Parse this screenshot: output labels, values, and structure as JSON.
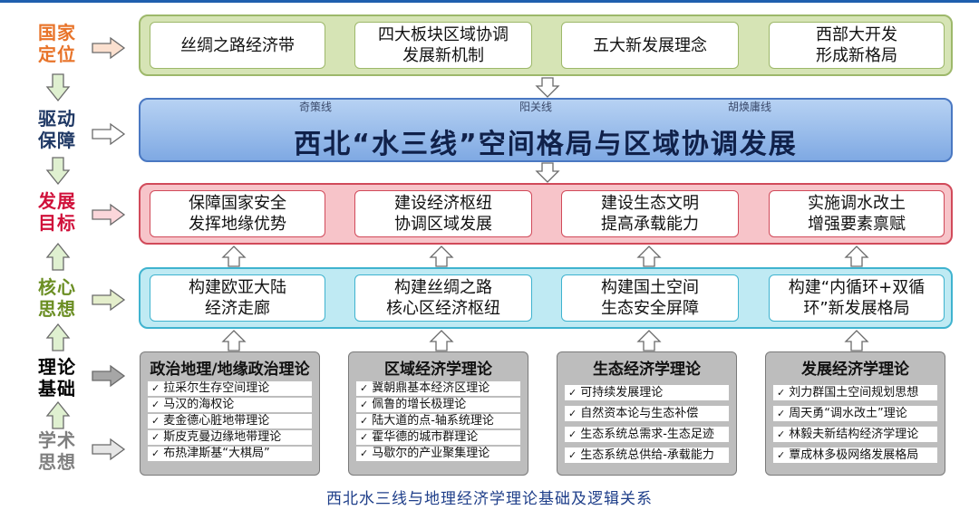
{
  "labels": [
    {
      "l1": "国家",
      "l2": "定位",
      "color": "#e8742a"
    },
    {
      "l1": "驱动",
      "l2": "保障",
      "color": "#1f3864"
    },
    {
      "l1": "发展",
      "l2": "目标",
      "color": "#d0103a"
    },
    {
      "l1": "核心",
      "l2": "思想",
      "color": "#6b8e23"
    },
    {
      "l1": "理论",
      "l2": "基础",
      "color": "#000000"
    },
    {
      "l1": "学术",
      "l2": "思想",
      "color": "#7f7f7f"
    }
  ],
  "positioning": [
    {
      "l1": "丝绸之路经济带",
      "l2": ""
    },
    {
      "l1": "四大板块区域协调",
      "l2": "发展新机制"
    },
    {
      "l1": "五大新发展理念",
      "l2": ""
    },
    {
      "l1": "西部大开发",
      "l2": "形成新格局"
    }
  ],
  "main": {
    "title": "西北“水三线”空间格局与区域协调发展",
    "lines": [
      "奇策线",
      "阳关线",
      "胡焕庸线"
    ]
  },
  "goals": [
    {
      "l1": "保障国家安全",
      "l2": "发挥地缘优势"
    },
    {
      "l1": "建设经济枢纽",
      "l2": "协调区域发展"
    },
    {
      "l1": "建设生态文明",
      "l2": "提高承载能力"
    },
    {
      "l1": "实施调水改土",
      "l2": "增强要素禀赋"
    }
  ],
  "core": [
    {
      "l1": "构建欧亚大陆",
      "l2": "经济走廊"
    },
    {
      "l1": "构建丝绸之路",
      "l2": "核心区经济枢纽"
    },
    {
      "l1": "构建国土空间",
      "l2": "生态安全屏障"
    },
    {
      "l1": "构建“内循环+双循",
      "l2": "环”新发展格局"
    }
  ],
  "theories": [
    {
      "title": "政治地理/地缘政治理论",
      "items": [
        "拉采尔生存空间理论",
        "马汉的海权论",
        "麦金德心脏地带理论",
        "斯皮克曼边缘地带理论",
        "布热津斯基“大棋局”"
      ]
    },
    {
      "title": "区域经济学理论",
      "items": [
        "冀朝鼎基本经济区理论",
        "佩鲁的增长极理论",
        "陆大道的点-轴系统理论",
        "霍华德的城市群理论",
        "马歇尔的产业聚集理论"
      ]
    },
    {
      "title": "生态经济学理论",
      "items": [
        "可持续发展理论",
        "自然资本论与生态补偿",
        "生态系统总需求-生态足迹",
        "生态系统总供给-承载能力"
      ]
    },
    {
      "title": "发展经济学理论",
      "items": [
        "刘力群国土空间规划思想",
        "周天勇“调水改土”理论",
        "林毅夫新结构经济学理论",
        "覃成林多极网络发展格局"
      ]
    }
  ],
  "caption": "西北水三线与地理经济学理论基础及逻辑关系",
  "colors": {
    "positioning": "#d6e4b5",
    "main": "#8fb7ea",
    "goals": "#f7c4c9",
    "core": "#bfeaf3",
    "theory": "#bdbdbd"
  }
}
